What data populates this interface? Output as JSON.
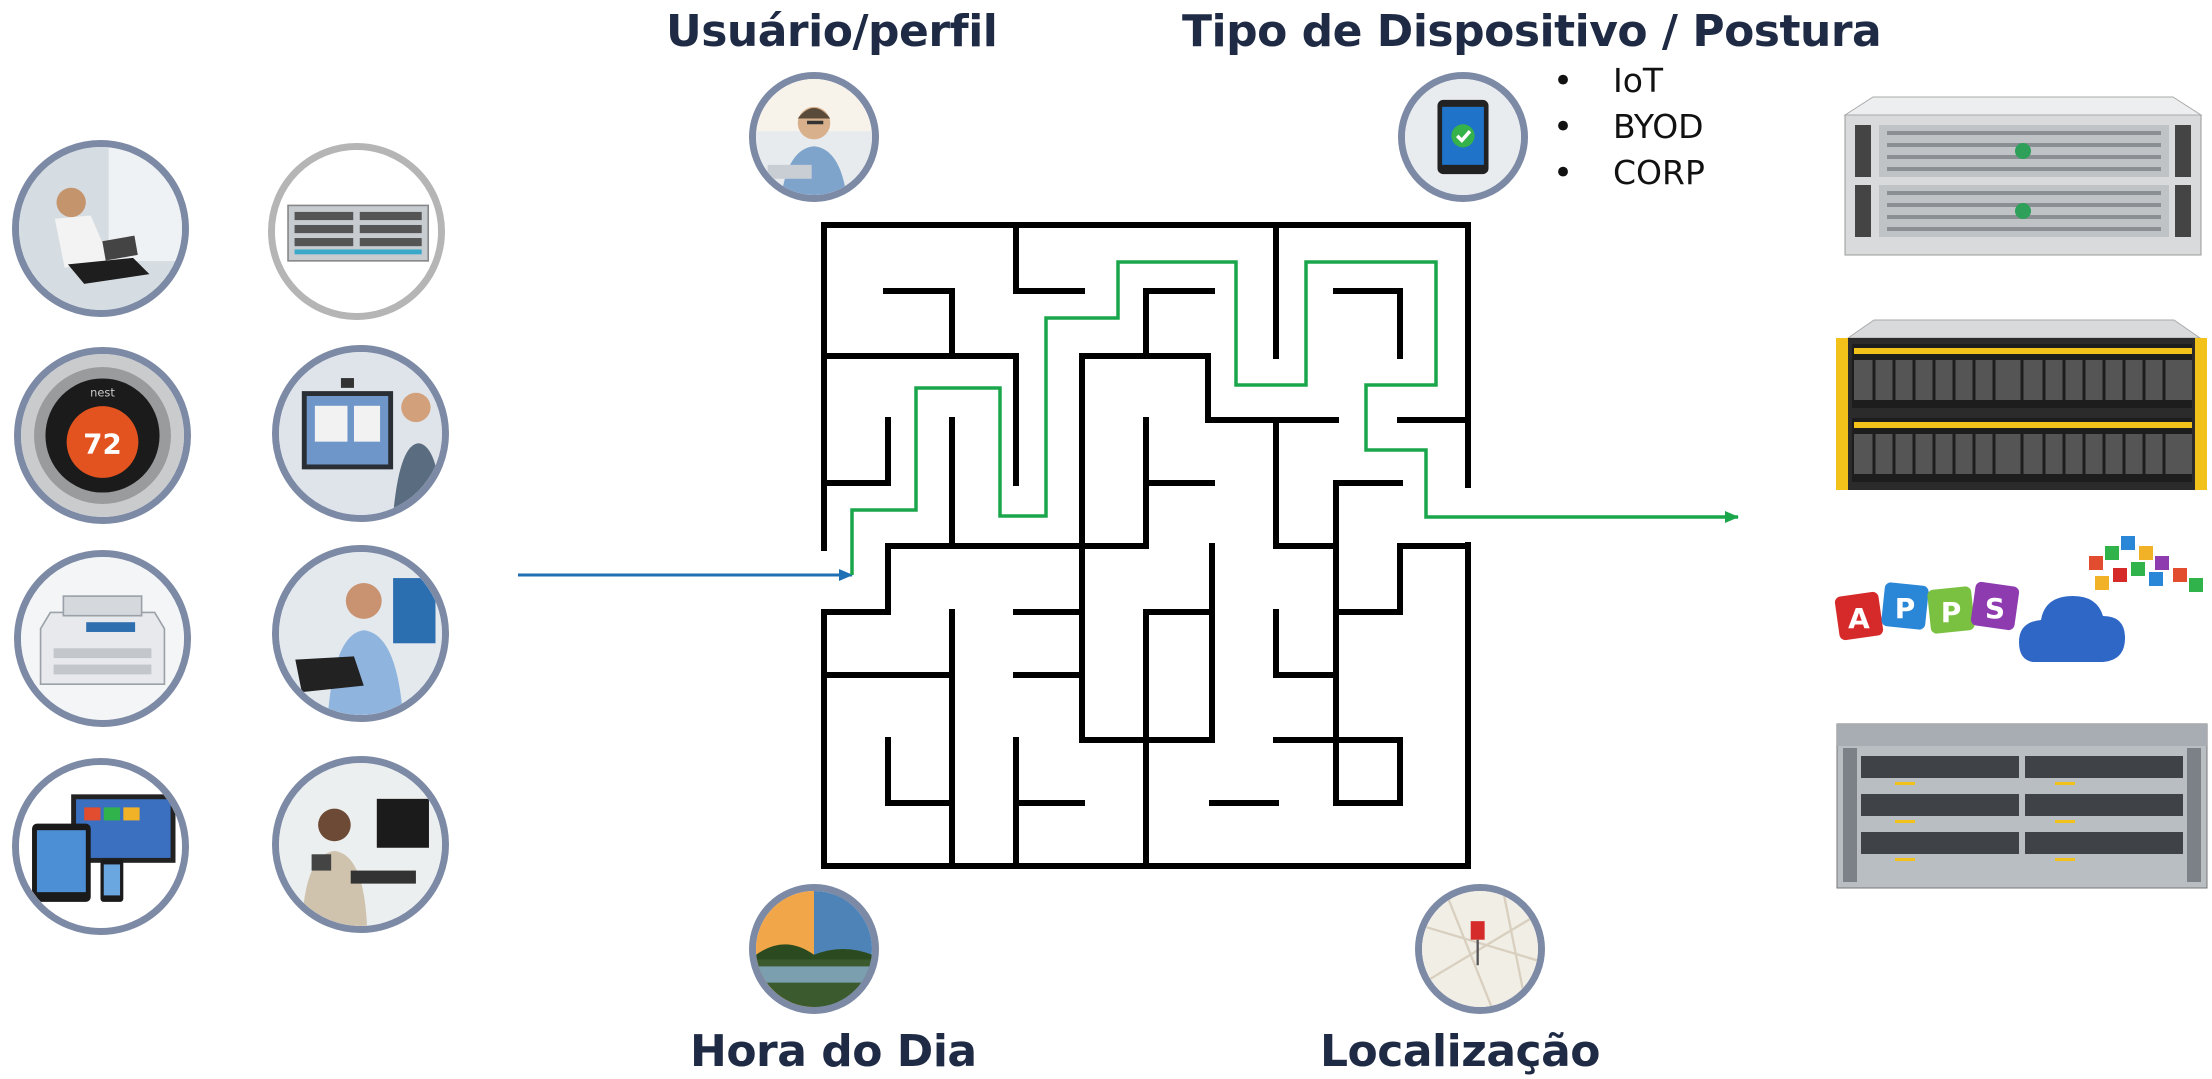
{
  "headings": {
    "user_profile": "Usuário/perfil",
    "device_type": "Tipo de Dispositivo / Postura",
    "time_of_day": "Hora do Dia",
    "location": "Localização"
  },
  "device_types": [
    "IoT",
    "BYOD",
    "CORP"
  ],
  "thermostat_reading": "72",
  "thermostat_brand": "nest",
  "apps_letters": [
    "A",
    "P",
    "P",
    "S"
  ],
  "endpoint_icons": [
    "person-with-laptop-icon",
    "network-switch-icon",
    "thermostat-icon",
    "video-conference-icon",
    "printer-icon",
    "man-at-laptop-icon",
    "tablet-and-devices-icon",
    "office-worker-icon"
  ],
  "resource_icons": [
    "rack-server-icon",
    "storage-array-icon",
    "apps-cloud-icon",
    "switch-chassis-icon"
  ],
  "colors": {
    "heading": "#1f2b45",
    "circle_border": "#7d8aa6",
    "maze_wall": "#000000",
    "maze_path": "#1aa64b",
    "entry_arrow": "#1f6fb5",
    "apps_cloud": "#2f67c6"
  }
}
